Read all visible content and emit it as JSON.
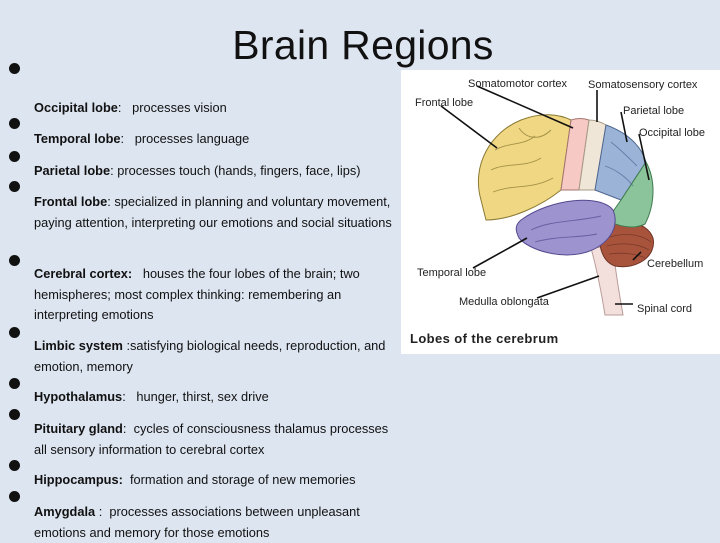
{
  "slide": {
    "title": "Brain Regions"
  },
  "items": [
    {
      "term": "Occipital lobe",
      "sep": ":   ",
      "desc": "processes vision"
    },
    {
      "term": "Temporal lobe",
      "sep": ":   ",
      "desc": "processes language"
    },
    {
      "term": "Parietal lobe",
      "sep": ": ",
      "desc": "processes touch (hands, fingers, face, lips)"
    },
    {
      "term": "Frontal lobe",
      "sep": ": ",
      "desc": "specialized in planning and voluntary movement, paying attention, interpreting our emotions and social situations"
    },
    {
      "term": "Cerebral cortex:",
      "sep": "   ",
      "desc": "houses the four lobes of the brain; two hemispheres; most complex thinking: remembering an interpreting emotions"
    },
    {
      "term": "Limbic system",
      "sep": " :",
      "desc": "satisfying biological needs, reproduction, and emotion, memory"
    },
    {
      "term": "Hypothalamus",
      "sep": ":   ",
      "desc": "hunger, thirst, sex drive"
    },
    {
      "term": "Pituitary gland",
      "sep": ":  ",
      "desc": "cycles of consciousness thalamus processes all sensory information to cerebral cortex"
    },
    {
      "term": "Hippocampus:",
      "sep": "  ",
      "desc": "formation and storage of new memories"
    },
    {
      "term": "Amygdala",
      "sep": " :  ",
      "desc": "processes associations between unpleasant emotions and memory for those emotions"
    }
  ],
  "figure": {
    "caption": "Lobes of the cerebrum",
    "labels": {
      "somatomotor": "Somatomotor cortex",
      "somatosensory": "Somatosensory cortex",
      "frontal": "Frontal lobe",
      "parietal": "Parietal lobe",
      "occipital": "Occipital lobe",
      "temporal": "Temporal lobe",
      "cerebellum": "Cerebellum",
      "medulla": "Medulla oblongata",
      "spinal": "Spinal cord"
    }
  }
}
